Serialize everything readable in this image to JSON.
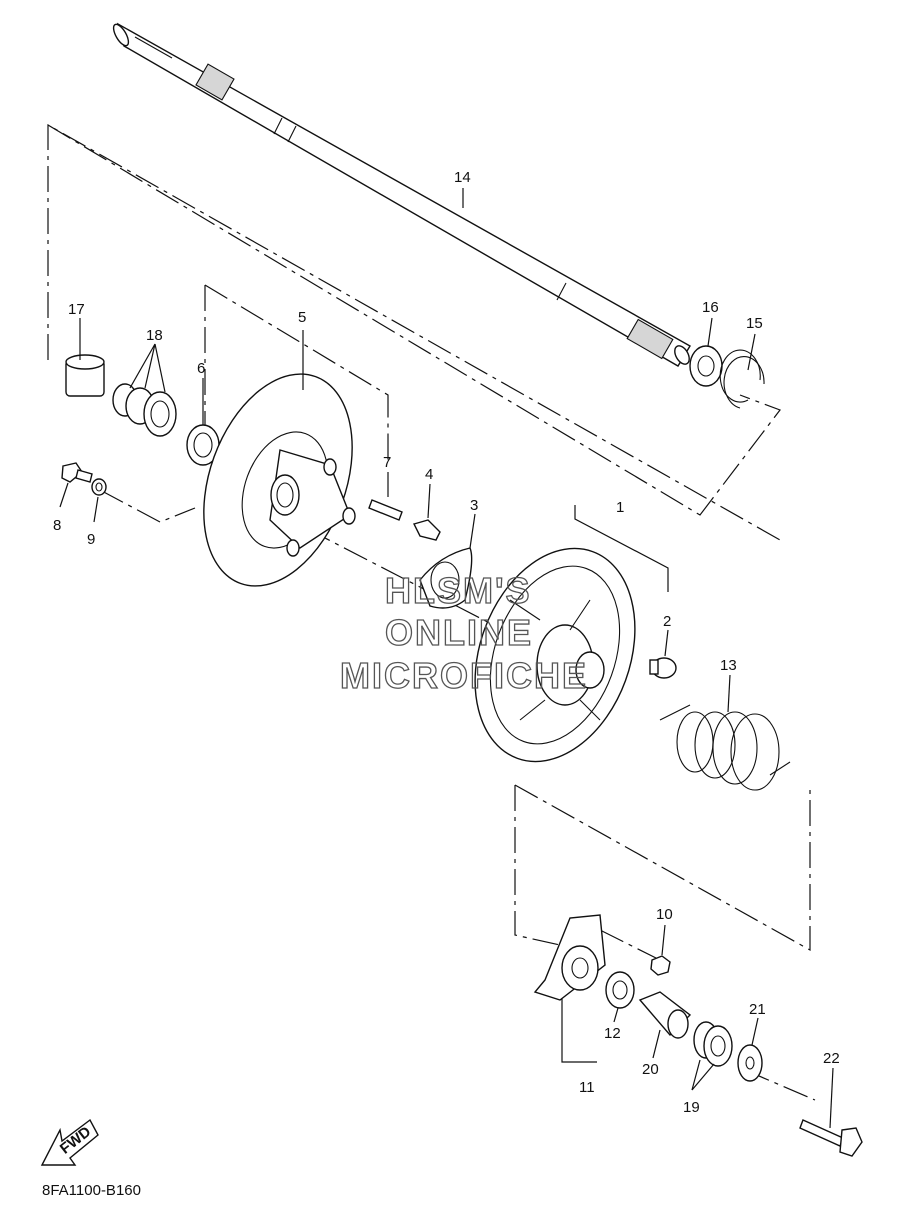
{
  "diagram_code": "8FA1100-B160",
  "fwd_label": "FWD",
  "watermark": {
    "line1": "HLSM'S",
    "line2": "ONLINE",
    "line3": "MICROFICHE"
  },
  "callouts": {
    "c1": "1",
    "c2": "2",
    "c3": "3",
    "c4": "4",
    "c5": "5",
    "c6": "6",
    "c7": "7",
    "c8": "8",
    "c9": "9",
    "c10": "10",
    "c11": "11",
    "c12": "12",
    "c13": "13",
    "c14": "14",
    "c15": "15",
    "c16": "16",
    "c17": "17",
    "c18": "18",
    "c19": "19",
    "c20": "20",
    "c21": "21",
    "c22": "22"
  }
}
